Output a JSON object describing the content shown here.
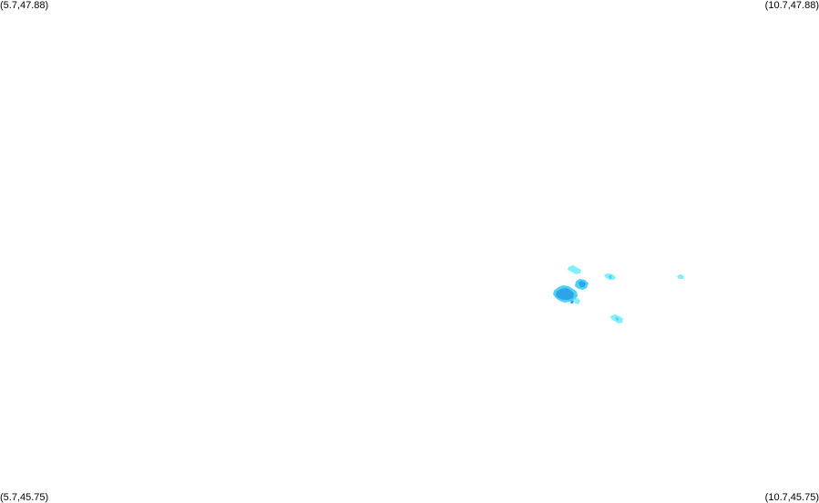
{
  "map": {
    "corners": {
      "top_left": "(5.7,47.88)",
      "top_right": "(10.7,47.88)",
      "bottom_left": "(5.7,45.75)",
      "bottom_right": "(10.7,45.75)"
    },
    "colors": {
      "background": "#ffffff",
      "intensity_low": "#7ff0ff",
      "intensity_mid": "#4fd0f5",
      "intensity_high": "#2ba4ea"
    }
  }
}
